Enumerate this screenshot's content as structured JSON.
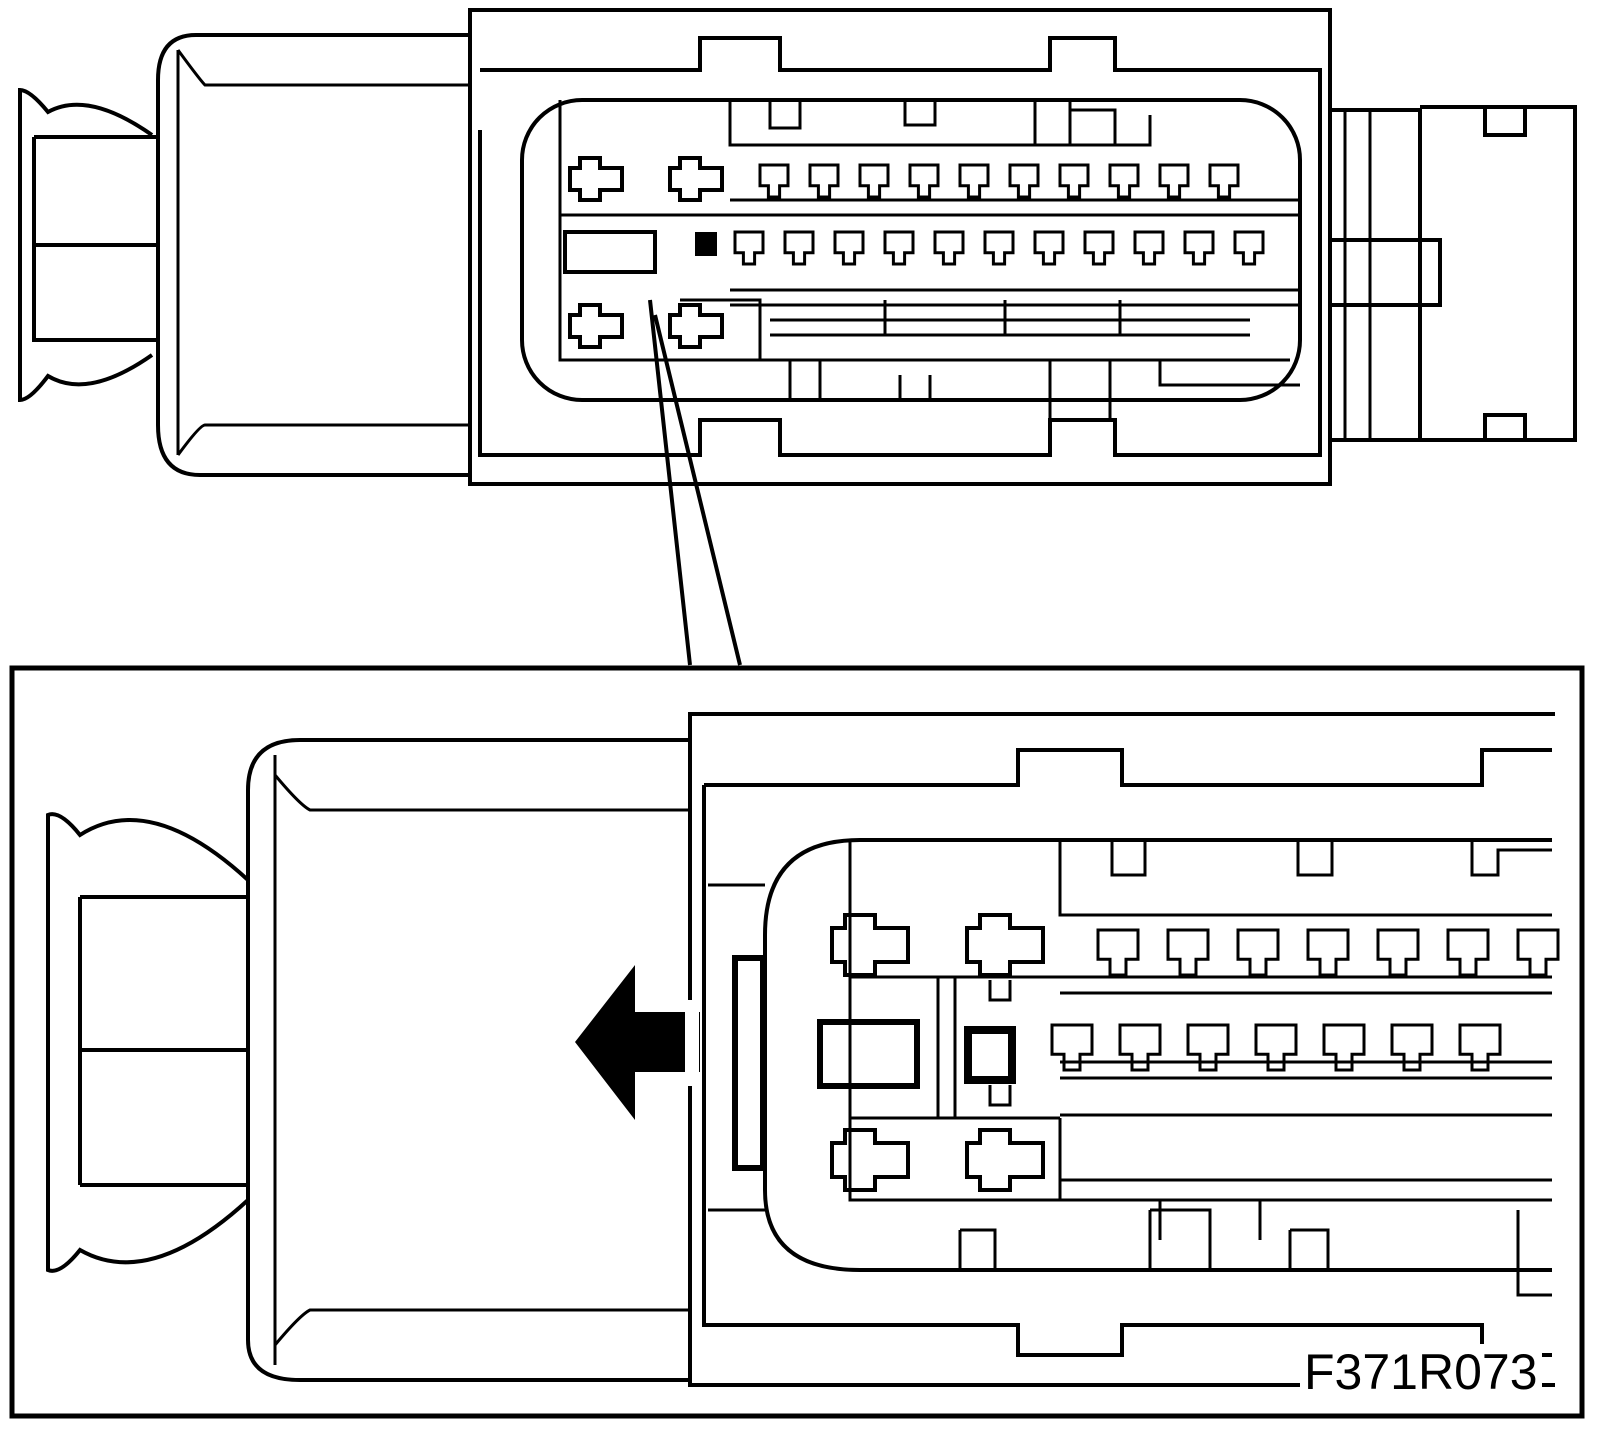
{
  "figure": {
    "id_label": "F371R073"
  },
  "top_view": {
    "cavity_rows": [
      10,
      11
    ]
  },
  "detail_view": {
    "arrow_direction": "left"
  },
  "colors": {
    "line": "#000000",
    "background": "#ffffff"
  }
}
